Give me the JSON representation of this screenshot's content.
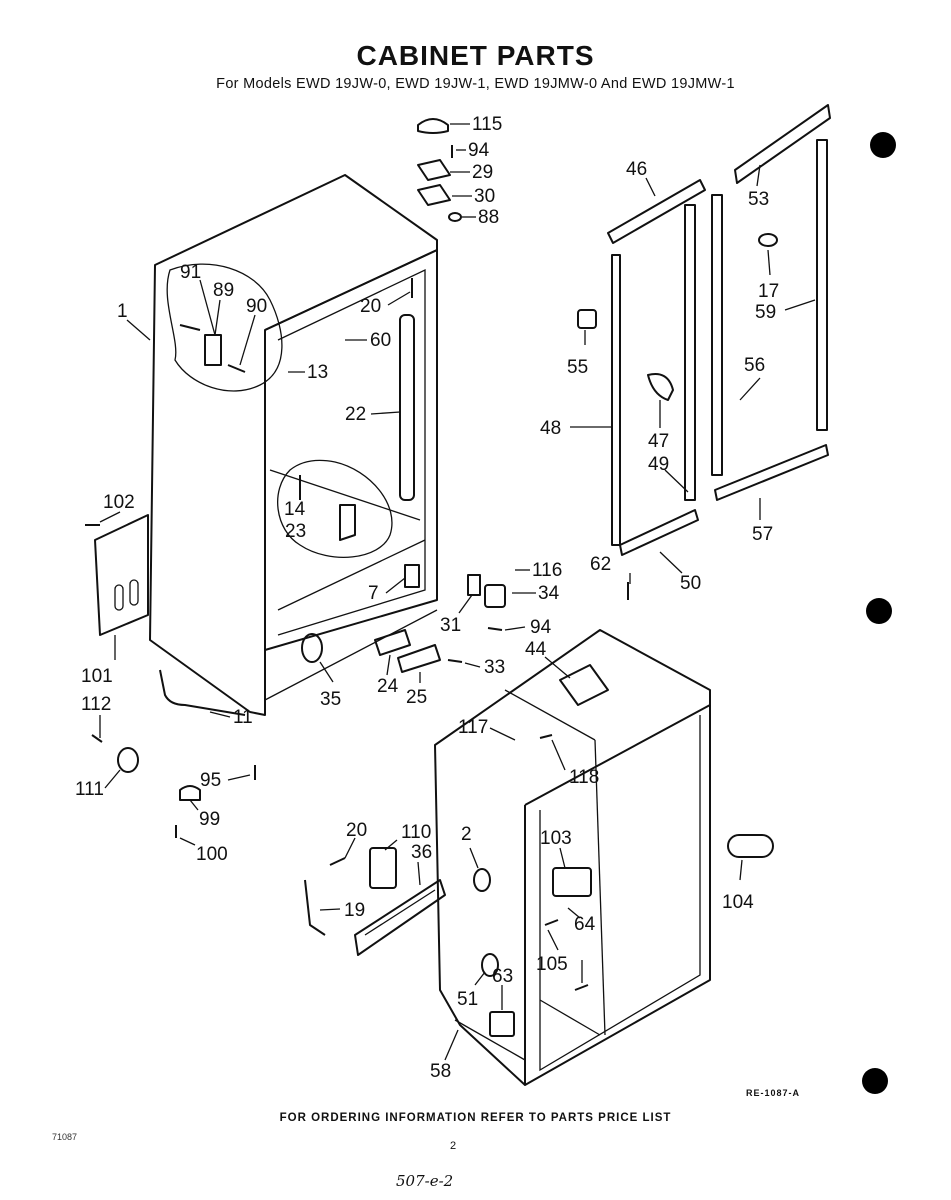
{
  "page": {
    "title": "CABINET PARTS",
    "subtitle": "For Models EWD 19JW-0, EWD 19JW-1, EWD 19JMW-0 And EWD 19JMW-1",
    "footer": "FOR ORDERING INFORMATION REFER TO PARTS PRICE LIST",
    "page_number": "2",
    "corner_code": "71087",
    "ref_code": "RE-1087-A",
    "handwritten_note": "507-e-2"
  },
  "callouts": {
    "c115": "115",
    "c94a": "94",
    "c29": "29",
    "c30": "30",
    "c88": "88",
    "c46": "46",
    "c53": "53",
    "c17": "17",
    "c59": "59",
    "c1": "1",
    "c91": "91",
    "c89": "89",
    "c90": "90",
    "c20a": "20",
    "c60": "60",
    "c13": "13",
    "c22": "22",
    "c14": "14",
    "c23": "23",
    "c55": "55",
    "c56": "56",
    "c48": "48",
    "c47": "47",
    "c49": "49",
    "c50": "50",
    "c57": "57",
    "c102": "102",
    "c101": "101",
    "c7": "7",
    "c116": "116",
    "c34": "34",
    "c62": "62",
    "c31": "31",
    "c94b": "94",
    "c24": "24",
    "c25": "25",
    "c33": "33",
    "c44": "44",
    "c35": "35",
    "c112": "112",
    "c11": "11",
    "c117": "117",
    "c118": "118",
    "c111": "111",
    "c95": "95",
    "c99": "99",
    "c100": "100",
    "c20b": "20",
    "c110": "110",
    "c36": "36",
    "c2": "2",
    "c103": "103",
    "c104": "104",
    "c19": "19",
    "c64": "64",
    "c105": "105",
    "c51": "51",
    "c63": "63",
    "c58": "58"
  }
}
